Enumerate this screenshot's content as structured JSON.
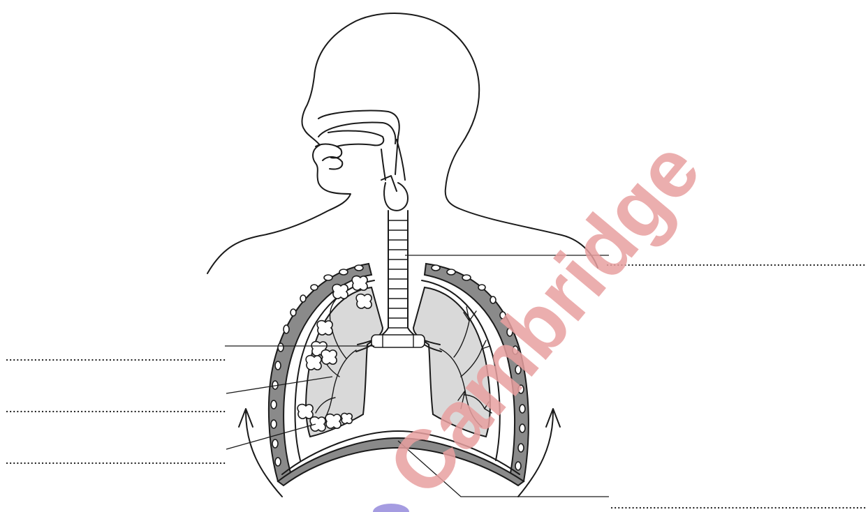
{
  "watermark": {
    "text": "Cambridge",
    "color": "#e8a0a0",
    "logo_fill": "#6a5acd"
  },
  "diagram": {
    "subject": "human-breathing-system",
    "labels": [
      {
        "id": "label-trachea",
        "answer_line": ""
      },
      {
        "id": "label-bronchus",
        "answer_line": ""
      },
      {
        "id": "label-bronchiole",
        "answer_line": ""
      },
      {
        "id": "label-alveoli",
        "answer_line": ""
      },
      {
        "id": "label-diaphragm",
        "answer_line": ""
      }
    ]
  }
}
